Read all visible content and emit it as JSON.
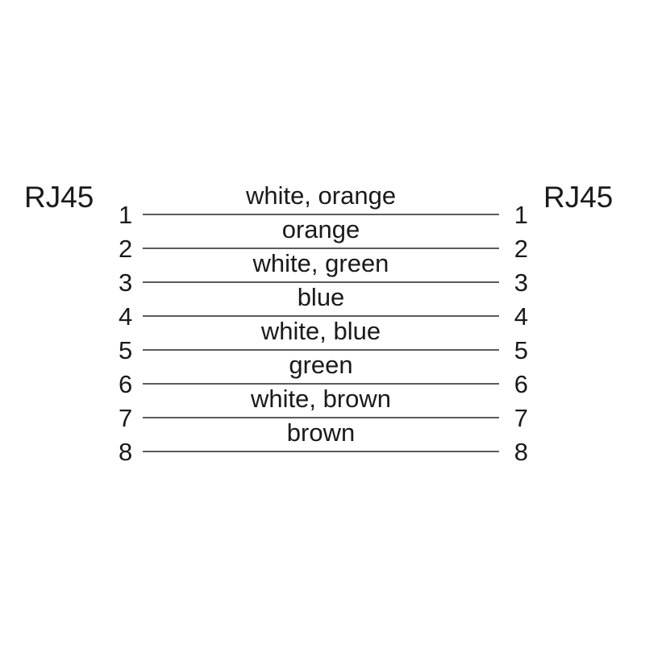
{
  "diagram": {
    "left_connector": "RJ45",
    "right_connector": "RJ45",
    "rows": [
      {
        "left_pin": "1",
        "right_pin": "1",
        "color": "white, orange"
      },
      {
        "left_pin": "2",
        "right_pin": "2",
        "color": "orange"
      },
      {
        "left_pin": "3",
        "right_pin": "3",
        "color": "white, green"
      },
      {
        "left_pin": "4",
        "right_pin": "4",
        "color": "blue"
      },
      {
        "left_pin": "5",
        "right_pin": "5",
        "color": "white, blue"
      },
      {
        "left_pin": "6",
        "right_pin": "6",
        "color": "green"
      },
      {
        "left_pin": "7",
        "right_pin": "7",
        "color": "white, brown"
      },
      {
        "left_pin": "8",
        "right_pin": "8",
        "color": "brown"
      }
    ],
    "colors": {
      "background": "#ffffff",
      "text": "#1a1a1a",
      "line": "#5a5a5a"
    }
  }
}
